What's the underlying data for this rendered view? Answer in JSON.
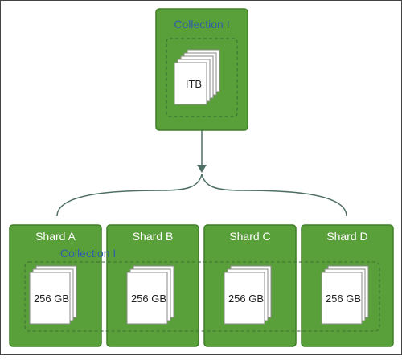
{
  "colors": {
    "box_fill": "#5aa03a",
    "box_stroke": "#3f7d27",
    "dashed_outline": "#3a6f35",
    "collection_label": "#2f5fa8",
    "connector": "#4f6f66",
    "page_fill": "#ffffff",
    "page_stroke": "#888888"
  },
  "collection": {
    "title": "Collection I",
    "size_label": "ITB"
  },
  "shards": [
    {
      "name": "Shard A",
      "size": "256 GB"
    },
    {
      "name": "Shard B",
      "size": "256 GB"
    },
    {
      "name": "Shard C",
      "size": "256 GB"
    },
    {
      "name": "Shard D",
      "size": "256 GB"
    }
  ],
  "shard_collection_label": "Collection I"
}
